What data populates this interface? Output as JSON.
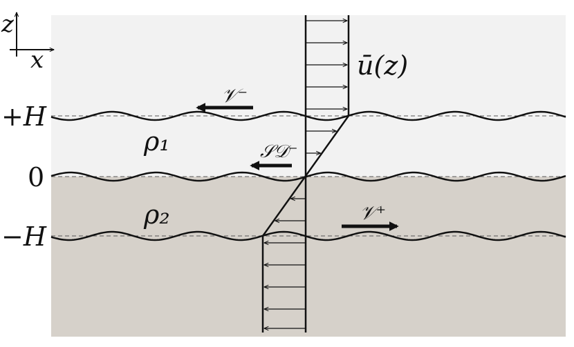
{
  "axes": {
    "z_label": "z",
    "x_label": "x"
  },
  "profile_label": "ū(z)",
  "levels": {
    "top": "+H",
    "middle": "0",
    "bottom": "−H"
  },
  "densities": {
    "upper": "ρ₁",
    "lower": "ρ₂"
  },
  "modes": {
    "v_minus": "𝒱⁻",
    "sd_minus": "𝒮𝒟⁻",
    "v_plus": "𝒱⁺"
  },
  "colors": {
    "upper_fluid": "#f2f2f2",
    "lower_fluid": "#d6d1ca",
    "ink": "#111111",
    "dashed": "#555555"
  }
}
